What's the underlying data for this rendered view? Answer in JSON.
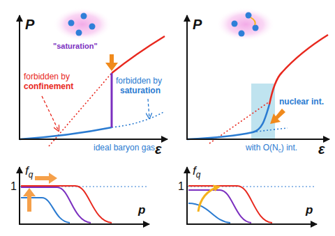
{
  "diagram": {
    "labels": [
      "P",
      "ε",
      "\"saturation\"",
      "forbidden by",
      "confinement",
      "forbidden by",
      "saturation",
      "ideal baryon gas",
      "P",
      "ε",
      "nuclear int.",
      "with O(N",
      "c",
      ") int.",
      "f",
      "q",
      "1",
      "p",
      "f",
      "q",
      "1",
      "p"
    ]
  }
}
